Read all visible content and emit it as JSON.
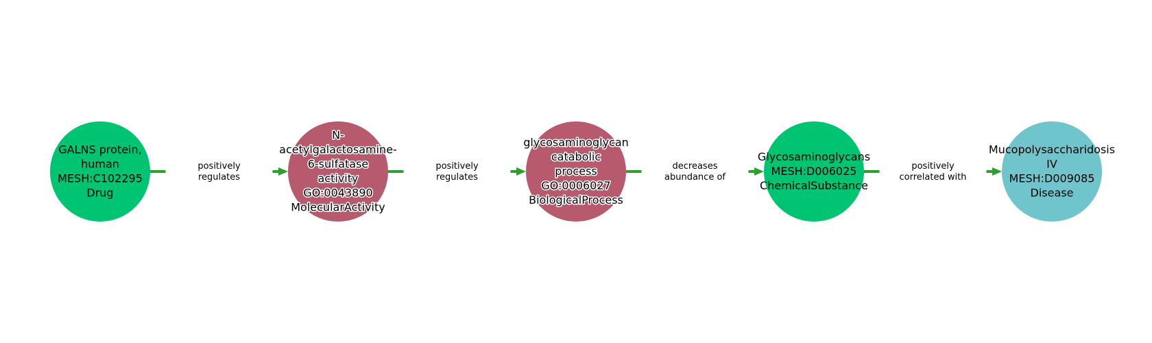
{
  "colors": {
    "drug": "#00c472",
    "chemical": "#00c472",
    "go": "#b85a6e",
    "disease": "#70c4cb",
    "edge": "#2ca02c"
  },
  "nodes": [
    {
      "type": "drug",
      "outlined": false,
      "lines": [
        "GALNS protein,",
        "human",
        "MESH:C102295",
        "Drug"
      ]
    },
    {
      "type": "go",
      "outlined": true,
      "lines": [
        "N-",
        "acetylgalactosamine-",
        "6-sulfatase",
        "activity",
        "GO:0043890",
        "MolecularActivity"
      ]
    },
    {
      "type": "go",
      "outlined": true,
      "lines": [
        "glycosaminoglycan",
        "catabolic",
        "process",
        "GO:0006027",
        "BiologicalProcess"
      ]
    },
    {
      "type": "chemical",
      "outlined": false,
      "lines": [
        "Glycosaminoglycans",
        "MESH:D006025",
        "ChemicalSubstance"
      ]
    },
    {
      "type": "disease",
      "outlined": false,
      "lines": [
        "Mucopolysaccharidosis",
        "IV",
        "MESH:D009085",
        "Disease"
      ]
    }
  ],
  "edges": [
    {
      "from": 0,
      "to": 1,
      "lines": [
        "positively",
        "regulates"
      ]
    },
    {
      "from": 1,
      "to": 2,
      "lines": [
        "positively",
        "regulates"
      ]
    },
    {
      "from": 2,
      "to": 3,
      "lines": [
        "decreases",
        "abundance of"
      ]
    },
    {
      "from": 3,
      "to": 4,
      "lines": [
        "positively",
        "correlated with"
      ]
    }
  ]
}
